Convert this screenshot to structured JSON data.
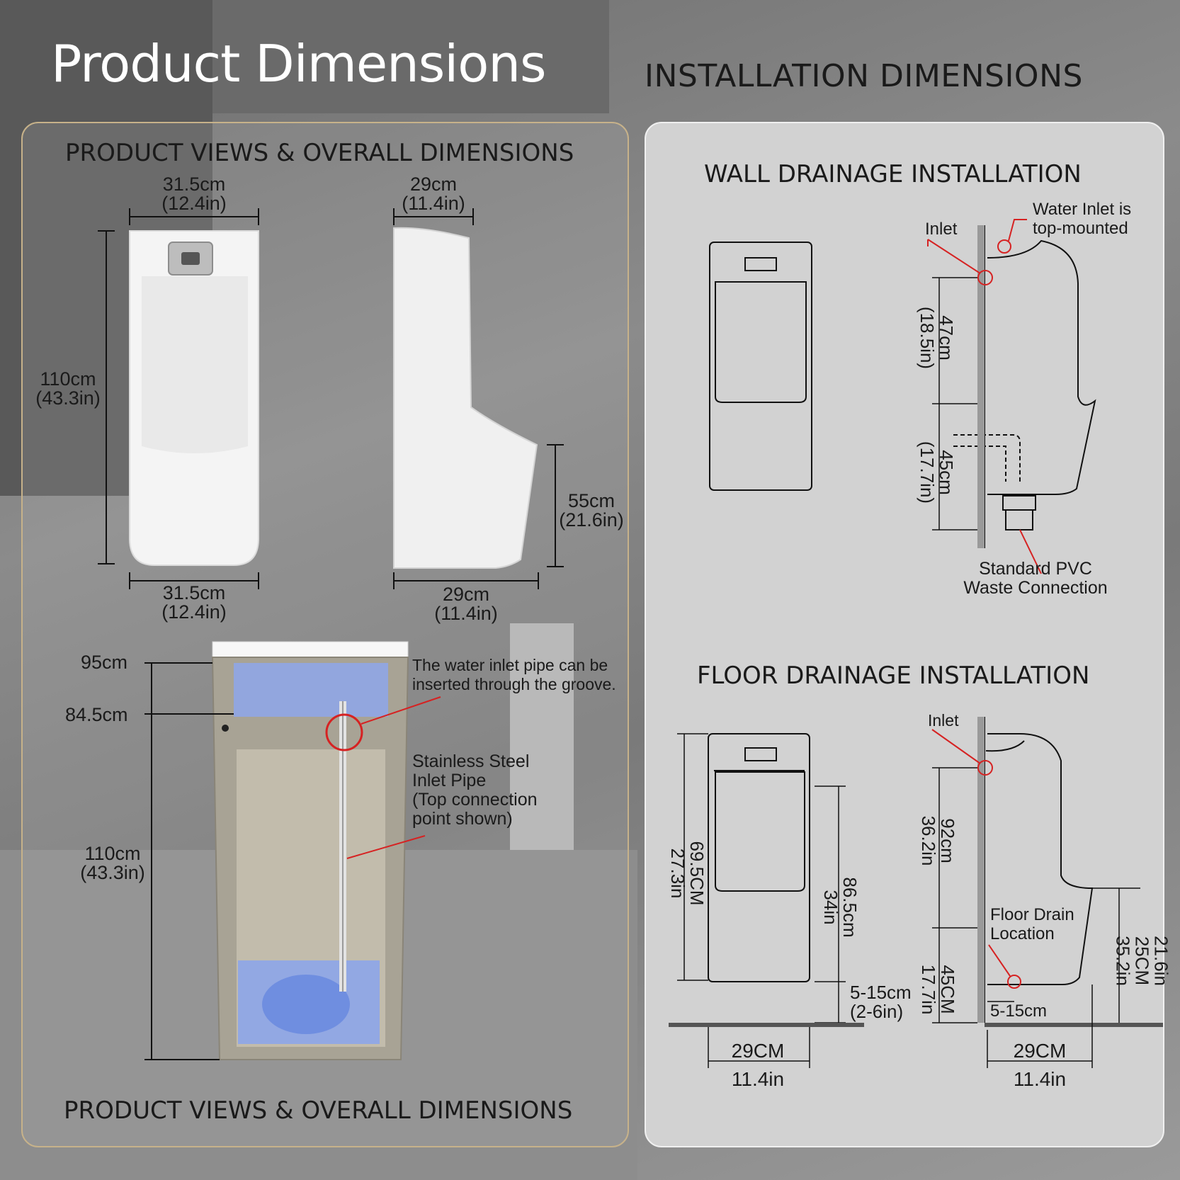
{
  "title": "Product Dimensions",
  "left_panel": {
    "heading_top": "PRODUCT VIEWS & OVERALL DIMENSIONS",
    "heading_bottom": "PRODUCT VIEWS & OVERALL DIMENSIONS",
    "front_top_width": "31.5cm",
    "front_top_width_in": "(12.4in)",
    "front_bottom_width": "31.5cm",
    "front_bottom_width_in": "(12.4in)",
    "height": "110cm",
    "height_in": "(43.3in)",
    "side_top_depth": "29cm",
    "side_top_depth_in": "(11.4in)",
    "side_bottom_depth": "29cm",
    "side_bottom_depth_in": "(11.4in)",
    "lip_height": "55cm",
    "lip_height_in": "(21.6in)",
    "cut_95": "95cm",
    "cut_845": "84.5cm",
    "cut_height": "110cm",
    "cut_height_in": "(43.3in)",
    "groove_note_1": "The water inlet pipe can be",
    "groove_note_2": "inserted through the groove.",
    "pipe_note_1": "Stainless Steel",
    "pipe_note_2": "Inlet Pipe",
    "pipe_note_3": "(Top connection",
    "pipe_note_4": "point shown)"
  },
  "right_panel": {
    "title": "INSTALLATION DIMENSIONS",
    "wall": {
      "heading": "WALL DRAINAGE INSTALLATION",
      "inlet": "Inlet",
      "water_inlet_1": "Water Inlet is",
      "water_inlet_2": "top-mounted",
      "dim_47": "47cm",
      "dim_47_in": "(18.5in)",
      "dim_45": "45cm",
      "dim_45_in": "(17.7in)",
      "pvc_1": "Standard PVC",
      "pvc_2": "Waste Connection"
    },
    "floor": {
      "heading": "FLOOR DRAINAGE INSTALLATION",
      "inlet": "Inlet",
      "dim_695": "69.5CM",
      "dim_695_in": "27.3in",
      "dim_865": "86.5cm",
      "dim_865_in": "34in",
      "gap": "5-15cm",
      "gap_in": "(2-6in)",
      "width_cm_front": "29CM",
      "width_in_front": "11.4in",
      "dim_92": "92cm",
      "dim_92_in": "36.2in",
      "dim_45": "45CM",
      "dim_45_in": "17.7in",
      "drain_1": "Floor Drain",
      "drain_2": "Location",
      "drain_offset": "5-15cm",
      "dim_right_1": "21.6in",
      "dim_right_2": "25CM",
      "dim_right_3": "35.2in",
      "width_cm_side": "29CM",
      "width_in_side": "11.4in"
    }
  }
}
